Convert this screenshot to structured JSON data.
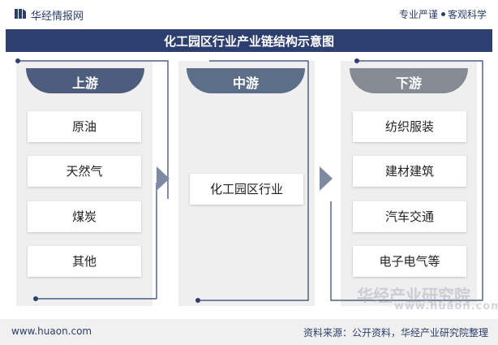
{
  "header": {
    "brand": "华经情报网",
    "slogan_left": "专业严谨",
    "slogan_right": "客观科学"
  },
  "title": "化工园区行业产业链结构示意图",
  "columns": {
    "upstream": {
      "label": "上游",
      "items": [
        "原油",
        "天然气",
        "煤炭",
        "其他"
      ]
    },
    "midstream": {
      "label": "中游",
      "items": [
        "化工园区行业"
      ]
    },
    "downstream": {
      "label": "下游",
      "items": [
        "纺织服装",
        "建材建筑",
        "汽车交通",
        "电子电气等"
      ]
    }
  },
  "watermark": {
    "main": "华经产业研究院",
    "sub": "www.huaon.com"
  },
  "footer": {
    "site": "www.huaon.com",
    "source": "资料来源：公开资料，华经产业研究院整理"
  },
  "colors": {
    "title_bg": "#2d3f6f",
    "upstream_head": "#4e5d7e",
    "midstream_head": "#5d6f88",
    "downstream_head": "#858a93",
    "panel_bg": "#efefef"
  }
}
